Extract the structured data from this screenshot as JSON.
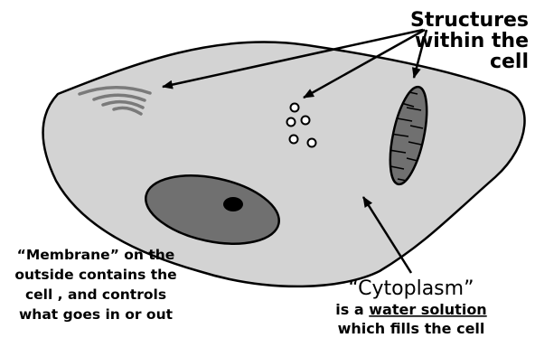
{
  "colors": {
    "cell_fill": "#d3d3d3",
    "outline": "#000000",
    "nucleus_fill": "#707070",
    "nucleolus_fill": "#000000",
    "mitochondrion_fill": "#707070",
    "golgi_color": "#7a7a7a",
    "vesicle_fill": "#ffffff"
  },
  "labels": {
    "structures": {
      "line1": "Structures",
      "line2": "within the",
      "line3": "cell"
    },
    "membrane": {
      "line1": "“Membrane” on the",
      "line2": "outside contains the",
      "line3": "cell , and controls",
      "line4": "what  goes in or out"
    },
    "cytoplasm": {
      "title": "“Cytoplasm”",
      "line2_prefix": "is a ",
      "line2_underlined": "water solution",
      "line3": "which fills the cell"
    }
  }
}
